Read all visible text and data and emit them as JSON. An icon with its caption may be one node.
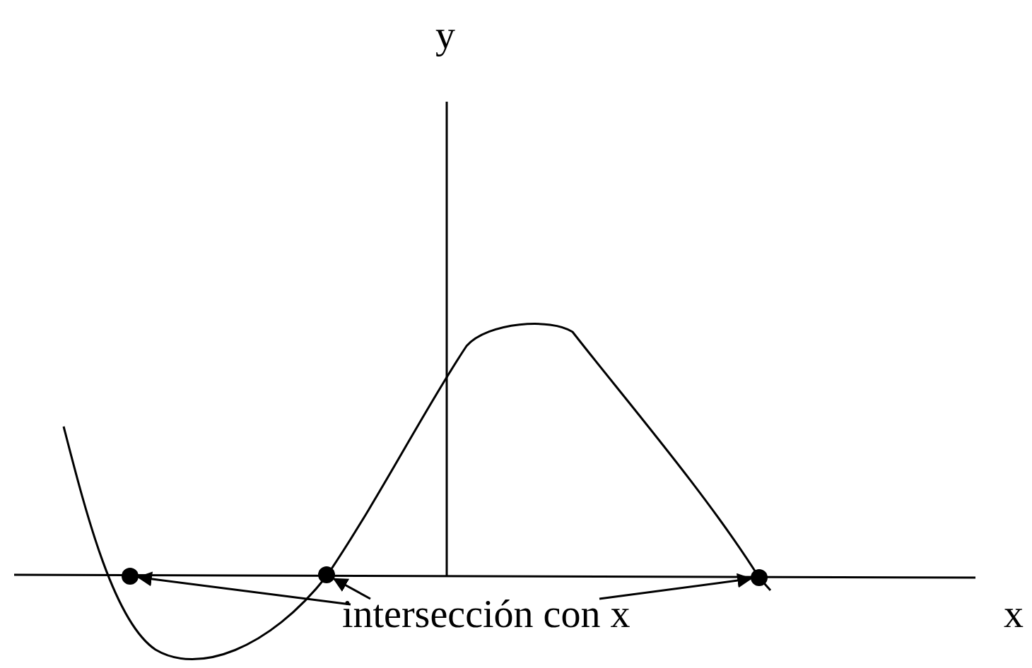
{
  "diagram": {
    "nodes": [
      {
        "text": [
          "intersección con x"
        ]
      },
      {
        "text": [],
        "shape": "circle"
      },
      {
        "text": [],
        "shape": "circle"
      },
      {
        "text": [],
        "shape": "circle"
      }
    ],
    "edges": [
      {
        "from": 0,
        "to": 1,
        "arrow": "to"
      },
      {
        "from": 0,
        "to": 2,
        "arrow": "to"
      },
      {
        "from": 0,
        "to": 3,
        "arrow": "to"
      }
    ],
    "labels": [
      "y",
      "x"
    ]
  }
}
